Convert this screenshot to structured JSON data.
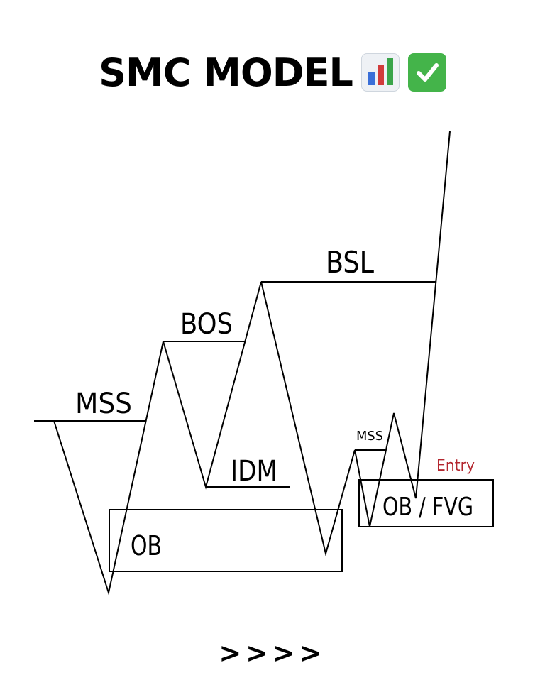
{
  "title": "SMC MODEL",
  "title_icons": [
    "bar-chart-icon",
    "check-mark-icon"
  ],
  "labels": {
    "mss_main": "MSS",
    "bos": "BOS",
    "bsl": "BSL",
    "idm": "IDM",
    "ob": "OB",
    "mss_small": "MSS",
    "ob_fvg": "OB / FVG",
    "entry": "Entry"
  },
  "footer": ">>>>",
  "colors": {
    "line": "#000000",
    "entry": "#b3262e",
    "check_bg": "#44b44a",
    "bar_blue": "#3a6fd8",
    "bar_red": "#d13b3b",
    "bar_green": "#3aa44a"
  }
}
